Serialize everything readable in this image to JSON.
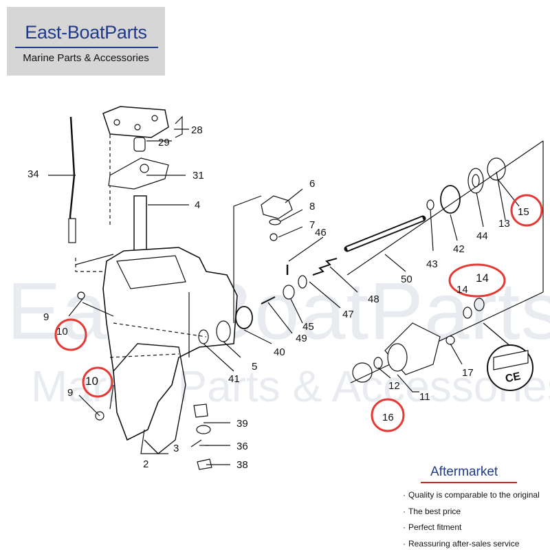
{
  "logo": {
    "title": "East-BoatParts",
    "subtitle": "Marine Parts & Accessories"
  },
  "watermark": {
    "line1": "East-BoatParts",
    "line2": "Marine Parts & Accessories"
  },
  "diagram": {
    "part_labels": [
      "28",
      "29",
      "34",
      "31",
      "4",
      "6",
      "8",
      "7",
      "46",
      "15",
      "13",
      "44",
      "42",
      "43",
      "50",
      "48",
      "47",
      "14",
      "45",
      "9",
      "10",
      "49",
      "40",
      "5",
      "41",
      "17",
      "12",
      "11",
      "16",
      "39",
      "3",
      "36",
      "2",
      "38"
    ],
    "highlighted_labels": [
      "10",
      "10",
      "14",
      "15",
      "16"
    ],
    "sealant_tag": "CE",
    "highlight_color": "#e53935"
  },
  "aftermarket": {
    "title": "Aftermarket",
    "features": [
      "Quality is comparable to the original",
      "The best price",
      "Perfect fitment",
      "Reassuring after-sales service"
    ]
  },
  "colors": {
    "brand": "#1f3a8a",
    "accent": "#c62828"
  }
}
